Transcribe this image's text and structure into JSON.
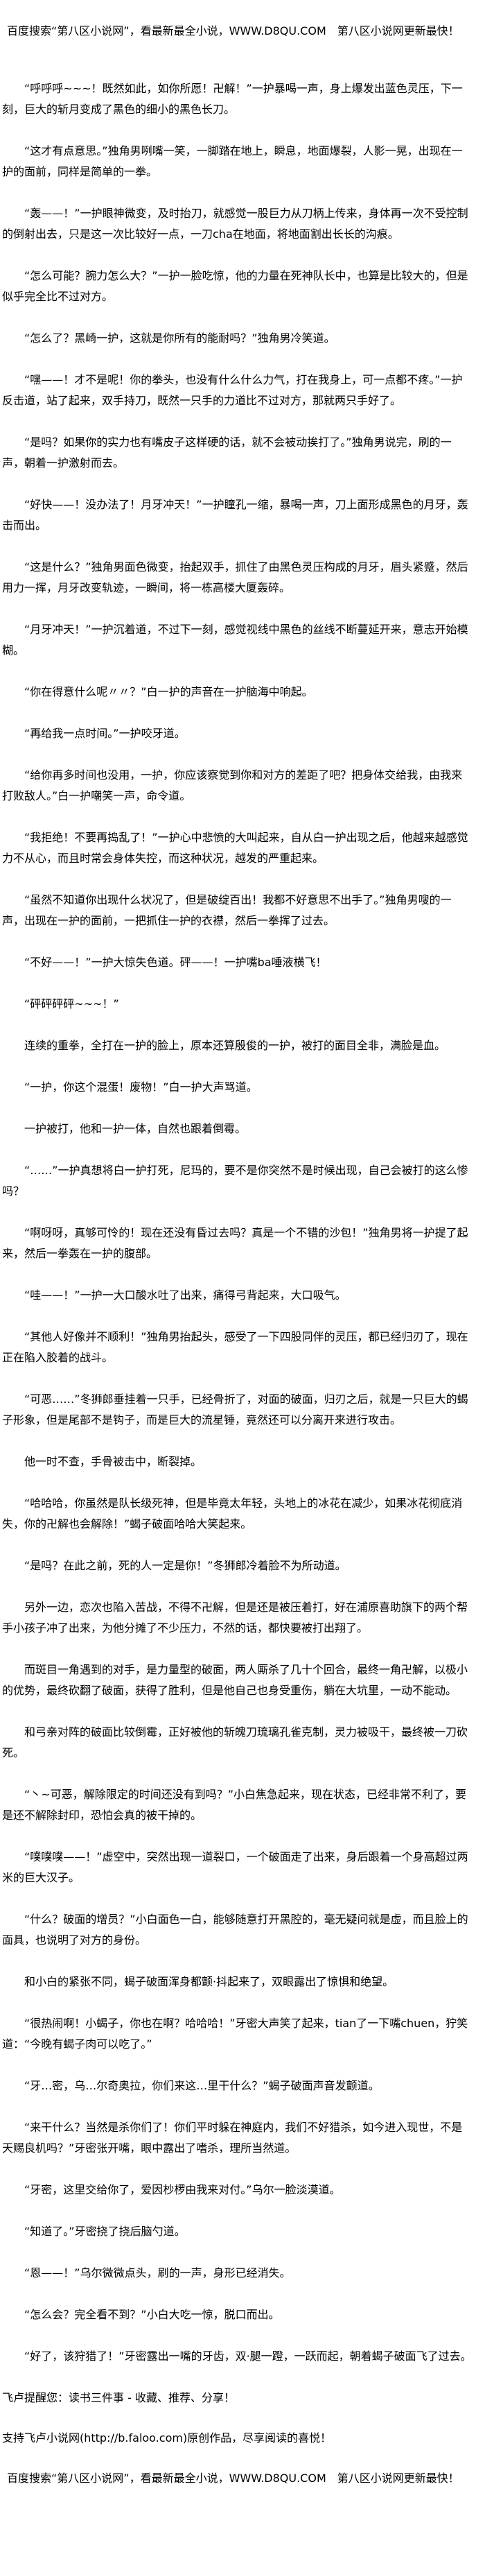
{
  "banner": "百度搜索“第八区小说网”，看最新最全小说，WWW.D8QU.COM　第八区小说网更新最快！",
  "paragraphs": [
    "“呼呼呼~~~！既然如此，如你所愿！卍解！”一护暴喝一声，身上爆发出蓝色灵压，下一刻，巨大的斩月变成了黑色的细小的黑色长刀。",
    "“这才有点意思。”独角男咧嘴一笑，一脚踏在地上，瞬息，地面爆裂，人影一晃，出现在一护的面前，同样是简单的一拳。",
    "“轰——！”一护眼神微变，及时抬刀，就感觉一股巨力从刀柄上传来，身体再一次不受控制的倒射出去，只是这一次比较好一点，一刀cha在地面，将地面割出长长的沟痕。",
    "“怎么可能？腕力怎么大？”一护一脸吃惊，他的力量在死神队长中，也算是比较大的，但是似乎完全比不过对方。",
    "“怎么了？黑崎一护，这就是你所有的能耐吗？”独角男冷笑道。",
    "“嘿——！才不是呢！你的拳头，也没有什么什么力气，打在我身上，可一点都不疼。”一护反击道，站了起来，双手持刀，既然一只手的力道比不过对方，那就两只手好了。",
    "“是吗？如果你的实力也有嘴皮子这样硬的话，就不会被动挨打了。”独角男说完，刷的一声，朝着一护激射而去。",
    "“好快——！没办法了！月牙冲天！”一护瞳孔一缩，暴喝一声，刀上面形成黑色的月牙，轰击而出。",
    "“这是什么？”独角男面色微变，抬起双手，抓住了由黑色灵压构成的月牙，眉头紧蹙，然后用力一挥，月牙改变轨迹，一瞬间，将一栋高楼大厦轰碎。",
    "“月牙冲天！”一护沉着道，不过下一刻，感觉视线中黑色的丝线不断蔓延开来，意志开始模糊。",
    "“你在得意什么呢〃〃？”白一护的声音在一护脑海中响起。",
    "“再给我一点时间。”一护咬牙道。",
    "“给你再多时间也没用，一护，你应该察觉到你和对方的差距了吧？把身体交给我，由我来打败敌人。”白一护嘲笑一声，命令道。",
    "“我拒绝！不要再捣乱了！”一护心中悲愤的大叫起来，自从白一护出现之后，他越来越感觉力不从心，而且时常会身体失控，而这种状况，越发的严重起来。",
    "“虽然不知道你出现什么状况了，但是破绽百出！我都不好意思不出手了。”独角男嗖的一声，出现在一护的面前，一把抓住一护的衣襟，然后一拳挥了过去。",
    "“不好——！”一护大惊失色道。砰——！一护嘴ba唾液横飞！",
    "“砰砰砰砰~~~！”",
    "连续的重拳，全打在一护的脸上，原本还算殷俊的一护，被打的面目全非，满脸是血。",
    "“一护，你这个混蛋！废物！”白一护大声骂道。",
    "一护被打，他和一护一体，自然也跟着倒霉。",
    "“……”一护真想将白一护打死，尼玛的，要不是你突然不是时候出现，自己会被打的这么惨吗？",
    "“啊呀呀，真够可怜的！现在还没有昏过去吗？真是一个不错的沙包！”独角男将一护提了起来，然后一拳轰在一护的腹部。",
    "“哇——！”一护一大口酸水吐了出来，痛得弓背起来，大口吸气。",
    "“其他人好像并不顺利！”独角男抬起头，感受了一下四股同伴的灵压，都已经归刃了，现在正在陷入胶着的战斗。",
    "“可恶……”冬狮郎垂挂着一只手，已经骨折了，对面的破面，归刃之后，就是一只巨大的蝎子形象，但是尾部不是钩子，而是巨大的流星锤，竟然还可以分离开来进行攻击。",
    "他一时不查，手骨被击中，断裂掉。",
    "“哈哈哈，你虽然是队长级死神，但是毕竟太年轻，头地上的冰花在减少，如果冰花彻底消失，你的卍解也会解除！”蝎子破面哈哈大笑起来。",
    "“是吗？在此之前，死的人一定是你！”冬狮郎冷着脸不为所动道。",
    "另外一边，恋次也陷入苦战，不得不卍解，但是还是被压着打，好在浦原喜助旗下的两个帮手小孩子冲了出来，为他分摊了不少压力，不然的话，都快要被打出翔了。",
    "而斑目一角遇到的对手，是力量型的破面，两人厮杀了几十个回合，最终一角卍解，以极小的优势，最终砍翻了破面，获得了胜利，但是他自己也身受重伤，躺在大坑里，一动不能动。",
    "和弓亲对阵的破面比较倒霉，正好被他的斩魄刀琉璃孔雀克制，灵力被吸干，最终被一刀砍死。",
    "“丶~可恶，解除限定的时间还没有到吗？”小白焦急起来，现在状态，已经非常不利了，要是还不解除封印，恐怕会真的被干掉的。",
    "“噗噗噗——！”虚空中，突然出现一道裂口，一个破面走了出来，身后跟着一个身高超过两米的巨大汉子。",
    "“什么？破面的增员？”小白面色一白，能够随意打开黑腔的，毫无疑问就是虚，而且脸上的面具，也说明了对方的身份。",
    "和小白的紧张不同，蝎子破面浑身都颤·抖起来了，双眼露出了惊惧和绝望。",
    "“很热闹啊！小蝎子，你也在啊？哈哈哈！”牙密大声笑了起来，tian了一下嘴chuen，狞笑道：“今晚有蝎子肉可以吃了。”",
    "“牙…密，乌…尔奇奥拉，你们来这…里干什么？”蝎子破面声音发颤道。",
    "“来干什么？当然是杀你们了！你们平时躲在神庭内，我们不好猎杀，如今进入现世，不是天赐良机吗？”牙密张开嘴，眼中露出了嗜杀，理所当然道。",
    "“牙密，这里交给你了，爱因杪椤由我来对付。”乌尔一脸淡漠道。",
    "“知道了。”牙密挠了挠后脑勺道。",
    "“恩——！”乌尔微微点头，刷的一声，身形已经消失。",
    "“怎么会？完全看不到？”小白大吃一惊，脱口而出。",
    "“好了，该狩猎了！”牙密露出一嘴的牙齿，双·腿一蹬，一跃而起，朝着蝎子破面飞了过去。"
  ],
  "footer": {
    "reminder": "飞卢提醒您：读书三件事 - 收藏、推荐、分享！",
    "support": "支持飞卢小说网(http://b.faloo.com)原创作品，尽享阅读的喜悦！"
  }
}
